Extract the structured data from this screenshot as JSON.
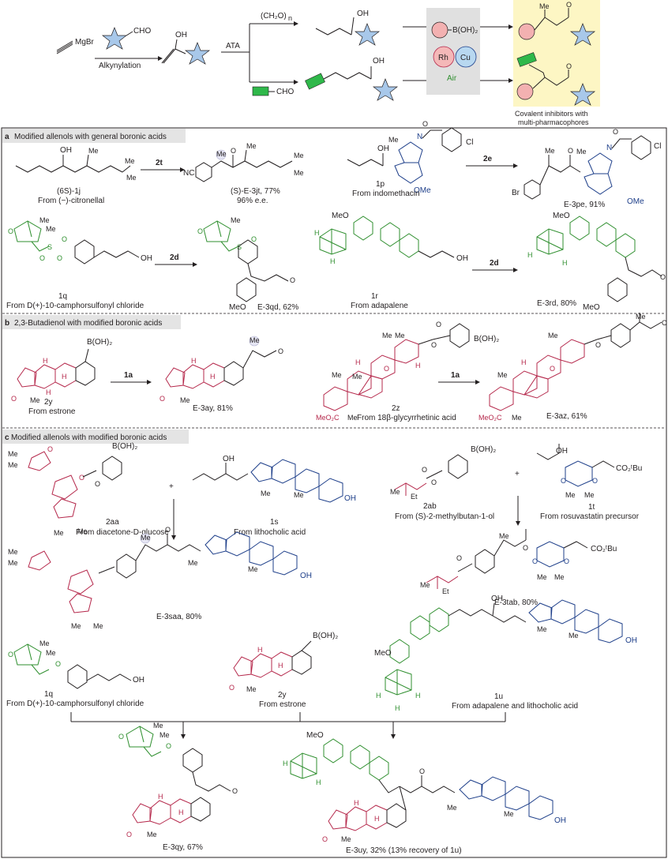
{
  "scheme": {
    "reagent_grignard": "MgBr",
    "reagent_aldehyde": "CHO",
    "alkynylation": "Alkynylation",
    "oh": "OH",
    "ata": "ATA",
    "ch2o": "(CH₂O)",
    "ch2o_sub": "n",
    "cho2": "CHO",
    "boronic": "B(OH)₂",
    "rh": "Rh",
    "cu": "Cu",
    "air": "Air",
    "me": "Me",
    "o": "O",
    "caption_line1": "Covalent inhibitors with",
    "caption_line2": "multi-pharmacophores"
  },
  "sections": {
    "a": {
      "letter": "a",
      "title": "Modified allenols with general boronic acids"
    },
    "b": {
      "letter": "b",
      "title": "2,3-Butadienol with modified boronic acids"
    },
    "c": {
      "letter": "c",
      "title": "Modified allenols with modified boronic acids"
    }
  },
  "a": {
    "c1j_label": "(6S)-1j",
    "c1j_from": "From (−)-citronellal",
    "arrow1": "2t",
    "c3jt_label": "(S)-E-3jt, 77%",
    "c3jt_ee": "96% e.e.",
    "c1p_label": "1p",
    "c1p_from": "From indomethacin",
    "arrow2": "2e",
    "c3pe_label": "E-3pe, 91%",
    "c1q_label": "1q",
    "c1q_from": "From D(+)-10-camphorsulfonyl chloride",
    "arrow3": "2d",
    "c3qd_label": "E-3qd, 62%",
    "c1r_label": "1r",
    "c1r_from": "From adapalene",
    "arrow4": "2d",
    "c3rd_label": "E-3rd, 80%",
    "lbl_oh": "OH",
    "lbl_me": "Me",
    "lbl_cl": "Cl",
    "lbl_nc": "NC",
    "lbl_br": "Br",
    "lbl_ome": "OMe",
    "lbl_meo": "MeO",
    "lbl_n": "N",
    "lbl_o": "O",
    "lbl_s": "S",
    "lbl_h": "H"
  },
  "b": {
    "c2y_label": "2y",
    "c2y_from": "From estrone",
    "arrow1": "1a",
    "c3ay_label": "E-3ay, 81%",
    "c2z_label": "2z",
    "c2z_from": "From 18β-glycyrrhetinic acid",
    "arrow2": "1a",
    "c3az_label": "E-3az, 61%",
    "lbl_boh2": "B(OH)₂",
    "lbl_h": "H",
    "lbl_me": "Me",
    "lbl_o": "O",
    "lbl_meo2c": "MeO₂C"
  },
  "c": {
    "c2aa_label": "2aa",
    "c2aa_from": "From diacetone-D-glucose",
    "plus1": "+",
    "c1s_label": "1s",
    "c1s_from": "From lithocholic acid",
    "c3saa_label": "E-3saa, 80%",
    "c2ab_label": "2ab",
    "c2ab_from": "From (S)-2-methylbutan-1-ol",
    "plus2": "+",
    "c1t_label": "1t",
    "c1t_from": "From rosuvastatin precursor",
    "c3tab_label": "E-3tab, 80%",
    "c1q_label": "1q",
    "c1q_from": "From D(+)-10-camphorsulfonyl chloride",
    "c2y_label": "2y",
    "c2y_from": "From estrone",
    "c1u_label": "1u",
    "c1u_from": "From adapalene and lithocholic acid",
    "c3qy_label": "E-3qy, 67%",
    "c3uy_label": "E-3uy, 32% (13% recovery of 1u)",
    "lbl_boh2": "B(OH)₂",
    "lbl_me": "Me",
    "lbl_oh": "OH",
    "lbl_o": "O",
    "lbl_et": "Et",
    "lbl_co2tbu": "CO₂ᵗBu",
    "lbl_meo": "MeO",
    "lbl_h": "H"
  },
  "colors": {
    "red": "#b5284b",
    "blue": "#1e3f8a",
    "green": "#2f8f2f",
    "star": "#a8c8ea",
    "rh_fill": "#f4b8b8",
    "cu_fill": "#b8d8f0",
    "air_box": "#e0e0e0",
    "yellow_box": "#fdf6c4",
    "dot": "#f3b1b1"
  },
  "icons": [
    "star-icon",
    "green-rectangle-icon",
    "rh-cu-cycle-icon"
  ]
}
